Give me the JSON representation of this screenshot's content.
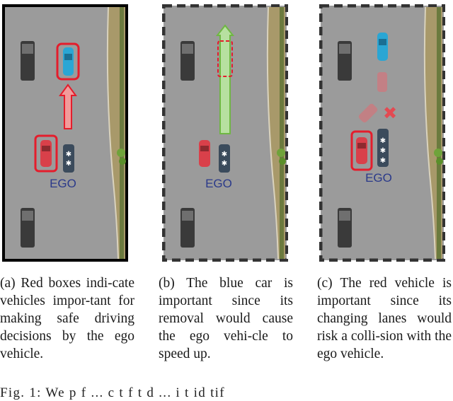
{
  "ego_label": "EGO",
  "captions": [
    "(a) Red boxes indi-cate vehicles impor-tant for making safe driving decisions by the ego vehicle.",
    "(b) The blue car is important since its removal would cause the ego vehi-cle to speed up.",
    "(c) The red vehicle is important since its changing lanes would risk a colli-sion with the ego vehicle."
  ],
  "figure_text": "Fig. 1: We p f ... c t f t d ... i t id tif",
  "colors": {
    "road": "#8c8c8c",
    "grass": "#a59a69",
    "highlight_red": "#e41d2c",
    "green_arrow": "#6fb743",
    "ego_label": "#2b3a8a",
    "blue_car": "#2aa6d4",
    "red_car": "#d9404a"
  }
}
